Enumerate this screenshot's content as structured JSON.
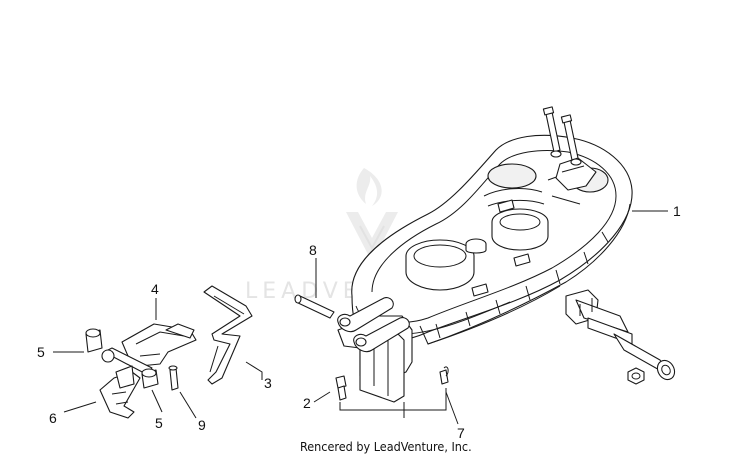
{
  "watermark": {
    "text": "LEADVENTURE"
  },
  "callouts": {
    "c1": "1",
    "c2": "2",
    "c3": "3",
    "c4": "4",
    "c5a": "5",
    "c5b": "5",
    "c6": "6",
    "c7": "7",
    "c8": "8",
    "c9": "9"
  },
  "credit": "Rencered by LeadVenture, Inc."
}
